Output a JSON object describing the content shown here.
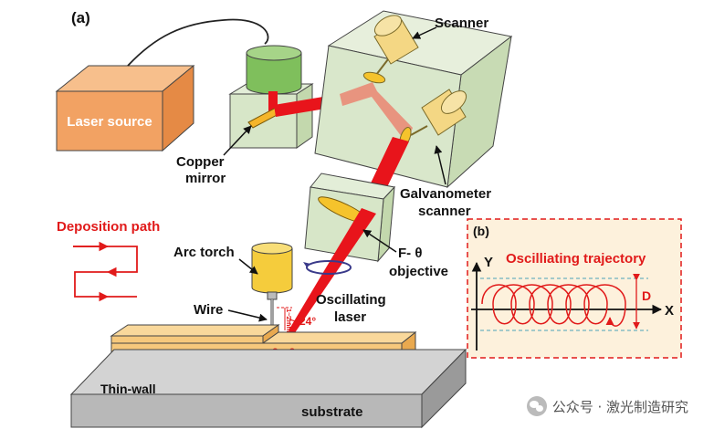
{
  "figure_label": "(a)",
  "labels": {
    "laser_source": "Laser source",
    "scanner": "Scanner",
    "copper_mirror_1": "Copper",
    "copper_mirror_2": "mirror",
    "galvo_1": "Galvanometer",
    "galvo_2": "scanner",
    "f_theta_1": "F- θ",
    "f_theta_2": "objective",
    "deposition_path": "Deposition path",
    "arc_torch": "Arc torch",
    "wire": "Wire",
    "oscillating_1": "Oscillating",
    "oscillating_2": "laser",
    "angle": "24°",
    "gap_vertical": "1~2mm",
    "gap_horizontal": "2～3mm",
    "thin_wall": "Thin-wall",
    "substrate": "substrate"
  },
  "inset": {
    "label": "(b)",
    "title": "Oscilliating trajectory",
    "y_axis": "Y",
    "x_axis": "X",
    "amplitude": "D"
  },
  "watermark": "公众号 · 激光制造研究",
  "colors": {
    "laser": "#e8141b",
    "laser_faded": "#e98b77",
    "box_orange": "#f2a263",
    "box_green": "#d7e6c8",
    "lens_yellow": "#f5c32c",
    "label_red": "#e11a1a",
    "inset_bg": "#fdf1dc",
    "layer": "#f6c87c",
    "substrate": "#b8b8b8"
  }
}
